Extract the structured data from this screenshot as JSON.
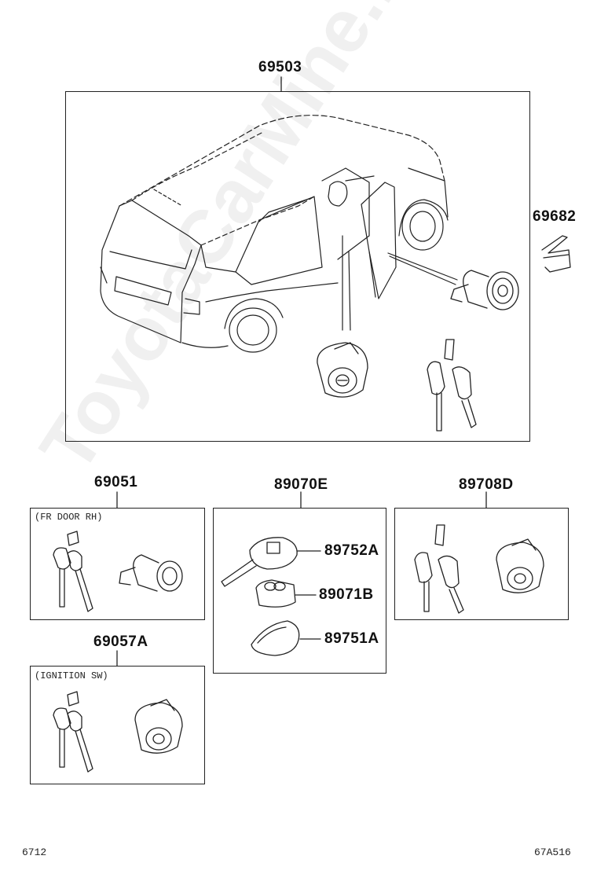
{
  "parts": {
    "p69503": "69503",
    "p69682": "69682",
    "p69051": "69051",
    "p89070E": "89070E",
    "p89708D": "89708D",
    "p69057A": "69057A",
    "p89752A": "89752A",
    "p89071B": "89071B",
    "p89751A": "89751A"
  },
  "notes": {
    "fr_door": "(FR DOOR RH)",
    "ignition": "(IGNITION SW)"
  },
  "footer": {
    "left": "6712",
    "right": "67A516"
  },
  "watermark": "ToyotaCarMine.ru",
  "colors": {
    "line": "#222222",
    "background": "#ffffff"
  }
}
